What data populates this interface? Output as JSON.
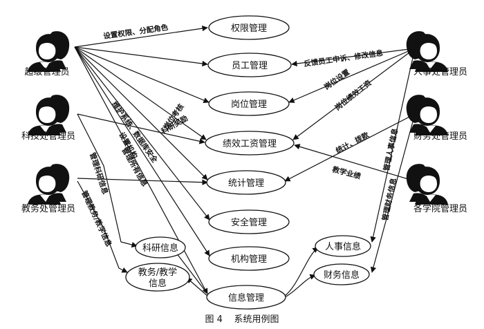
{
  "actors": {
    "super": "超级管理员",
    "tech": "科技处管理员",
    "edu": "教务处管理员",
    "hr": "人事处管理员",
    "fin": "财务处管理员",
    "college": "各学院管理员"
  },
  "use_cases": {
    "perm": "权限管理",
    "staff": "员工管理",
    "post": "岗位管理",
    "salary": "绩效工资管理",
    "stats": "统计管理",
    "security": "安全管理",
    "org": "机构管理",
    "info": "信息管理",
    "research": "科研信息",
    "edu_info_1": "教务/教学",
    "edu_info_2": "信息",
    "hr_info": "人事信息",
    "fin_info": "财务信息"
  },
  "edge_labels": {
    "set_perm": "设置权限、分配角色",
    "feedback": "反馈员工申诉、修改信息",
    "post_set": "岗位设置",
    "post_salary": "岗位绩效工资",
    "post_assess": "岗位考核",
    "maintain": "维护系统、数据库安全",
    "set_org": "设置机构",
    "manage_all": "管理所有信息",
    "research_award": "科研奖励",
    "stats_alloc": "统计、拨款",
    "teaching": "教学业绩",
    "manage_research": "管理科研信息",
    "manage_edu": "管理教务/教学信息",
    "manage_hr": "管理人事信息",
    "manage_fin": "管理财务信息"
  },
  "caption": "图 4    系统用例图"
}
